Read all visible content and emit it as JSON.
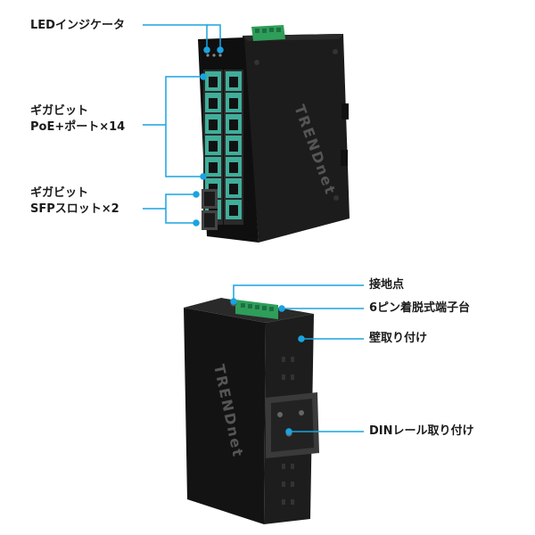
{
  "colors": {
    "callout": "#1aa3e0",
    "port_accent": "#3fae9a",
    "terminal_green": "#2e9e5a",
    "chassis": "#141414"
  },
  "top_device": {
    "callouts": {
      "led": "LEDインジケータ",
      "poe_line1": "ギガビット",
      "poe_line2": "PoE+ポート×14",
      "sfp_line1": "ギガビット",
      "sfp_line2": "SFPスロット×2"
    },
    "brand_text": "TRENDnet"
  },
  "bottom_device": {
    "callouts": {
      "ground": "接地点",
      "terminal": "6ピン着脱式端子台",
      "wall_mount": "壁取り付け",
      "din_mount": "DINレール取り付け"
    },
    "brand_text": "TRENDnet"
  }
}
